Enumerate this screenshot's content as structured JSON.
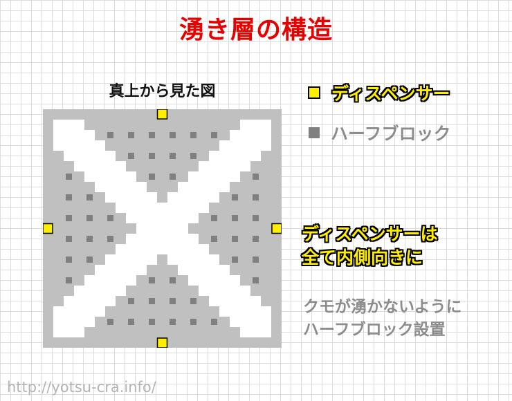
{
  "title": "湧き層の構造",
  "diagram": {
    "top_view_label": "真上から見た図",
    "colors": {
      "floor": "#c0c0c0",
      "open": "#ffffff",
      "half_block": "#808080",
      "dispenser": "#ffee00"
    },
    "dispensers": [
      "top",
      "right",
      "bottom",
      "left"
    ]
  },
  "legend": [
    {
      "label": "ディスペンサー",
      "color": "#ffee00",
      "icon": "yellow-square"
    },
    {
      "label": "ハーフブロック",
      "color": "#808080",
      "icon": "gray-square"
    }
  ],
  "notes": {
    "dispenser_note": [
      "ディスペンサーは",
      "全て内側向きに"
    ],
    "half_block_note": [
      "クモが湧かないように",
      "ハーフブロック設置"
    ]
  },
  "footer": "http://yotsu-cra.info/"
}
